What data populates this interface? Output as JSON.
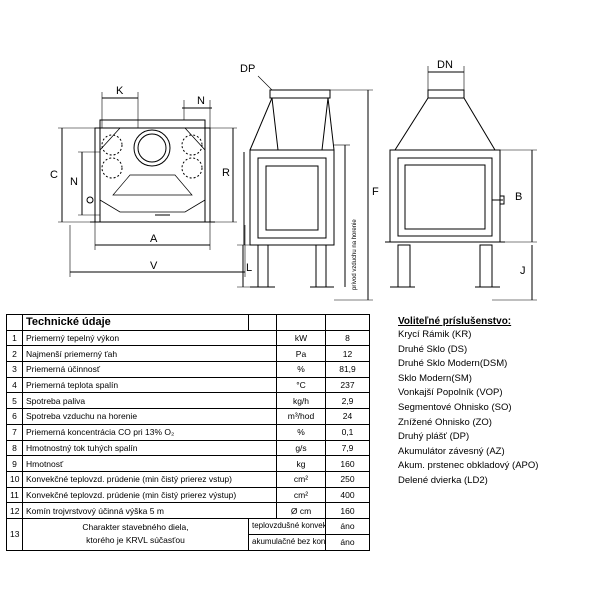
{
  "drawing_labels": {
    "K": "K",
    "N_top": "N",
    "C": "C",
    "N_left": "N",
    "R": "R",
    "A": "A",
    "V": "V",
    "DP": "DP",
    "L": "L",
    "side_note": "prívod vzduchu na horenie",
    "F": "F",
    "DN": "DN",
    "B": "B",
    "J": "J"
  },
  "table": {
    "title": "Technické údaje",
    "rows": [
      {
        "num": "1",
        "label": "Priemerný tepelný výkon",
        "unit": "kW",
        "value": "8"
      },
      {
        "num": "2",
        "label": "Najmenší priemerný ťah",
        "unit": "Pa",
        "value": "12"
      },
      {
        "num": "3",
        "label": "Priemerná účinnosť",
        "unit": "%",
        "value": "81,9"
      },
      {
        "num": "4",
        "label": "Priemerná teplota spalín",
        "unit": "°C",
        "value": "237"
      },
      {
        "num": "5",
        "label": "Spotreba paliva",
        "unit": "kg/h",
        "value": "2,9"
      },
      {
        "num": "6",
        "label": "Spotreba vzduchu na horenie",
        "unit": "m³/hod",
        "value": "24"
      },
      {
        "num": "7",
        "label": "Priemerná koncentrácia CO pri 13% O₂",
        "unit": "%",
        "value": "0,1"
      },
      {
        "num": "8",
        "label": "Hmotnostný tok tuhých spalín",
        "unit": "g/s",
        "value": "7,9"
      },
      {
        "num": "9",
        "label": "Hmotnosť",
        "unit": "kg",
        "value": "160"
      },
      {
        "num": "10",
        "label": "Konvekčné teplovzd. prúdenie (min čistý prierez vstup)",
        "unit": "cm²",
        "value": "250"
      },
      {
        "num": "11",
        "label": "Konvekčné teplovzd. prúdenie (min čistý prierez výstup)",
        "unit": "cm²",
        "value": "400"
      },
      {
        "num": "12",
        "label": "Komín trojvrstvový účinná výška 5 m",
        "unit": "Ø cm",
        "value": "160"
      }
    ],
    "row13": {
      "num": "13",
      "label_line1": "Charakter stavebného diela,",
      "label_line2": "ktorého je KRVL súčasťou",
      "opt1_label": "teplovzdušné konvekčné",
      "opt1_value": "áno",
      "opt2_label": "akumulačné bez konvekcie",
      "opt2_value": "áno"
    }
  },
  "accessories": {
    "title": "Voliteľné príslušenstvo:",
    "items": [
      "Krycí Rámik (KR)",
      "Druhé Sklo (DS)",
      "Druhé Sklo Modern(DSM)",
      "Sklo Modern(SM)",
      "Vonkajší Popolník (VOP)",
      "Segmentové Ohnisko (SO)",
      "Znížené Ohnisko (ZO)",
      "Druhý plášť (DP)",
      "Akumulátor závesný (AZ)",
      "Akum. prstenec obkladový (APO)",
      "Delené dvierka (LD2)"
    ]
  }
}
